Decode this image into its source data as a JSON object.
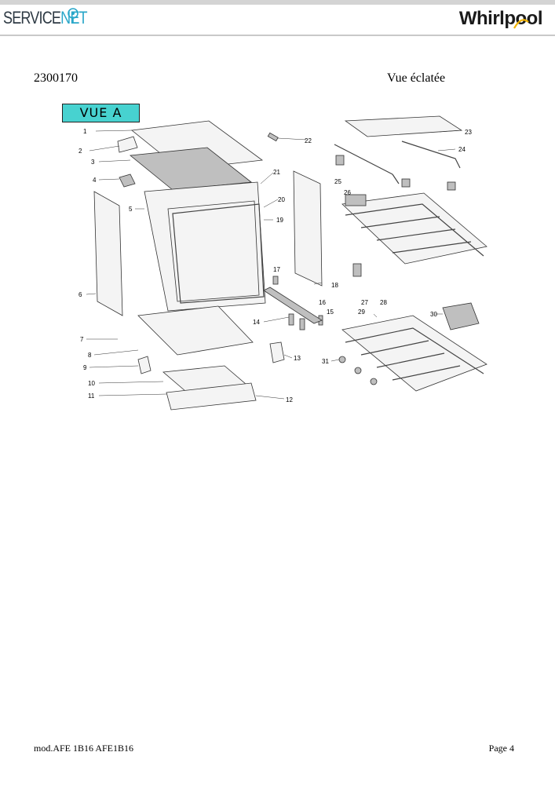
{
  "header": {
    "brand_left_a": "SERVICE",
    "brand_left_b": "NET",
    "brand_right": "Whirlpool"
  },
  "document": {
    "number": "2300170",
    "view_title": "Vue éclatée",
    "view_label": "VUE A"
  },
  "callouts": [
    "1",
    "2",
    "3",
    "4",
    "5",
    "6",
    "7",
    "8",
    "9",
    "10",
    "11",
    "12",
    "13",
    "14",
    "15",
    "16",
    "17",
    "18",
    "19",
    "20",
    "21",
    "22",
    "23",
    "24",
    "25",
    "26",
    "27",
    "28",
    "29",
    "30",
    "31"
  ],
  "footer": {
    "model": "mod.AFE 1B16 AFE1B16",
    "page": "Page 4"
  }
}
